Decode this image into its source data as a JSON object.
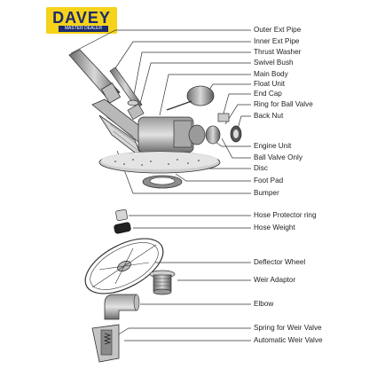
{
  "logo": {
    "brand": "DAVEY",
    "tagline": "MASTER DEALER"
  },
  "labels": [
    "Outer Ext Pipe",
    "Inner Ext Pipe",
    "Thrust Washer",
    "Swivel Bush",
    "Main Body",
    "Float Unit",
    "End Cap",
    "Ring for Ball Valve",
    "Back Nut",
    "Engine Unit",
    "Ball Valve Only",
    "Disc",
    "Foot Pad",
    "Bumper",
    "Hose Protector ring",
    "Hose Weight",
    "Deflector Wheel",
    "Weir Adaptor",
    "Elbow",
    "Spring for Weir Valve",
    "Automatic Weir Valve"
  ],
  "colors": {
    "logo_bg": "#f6d21a",
    "logo_text": "#1a2a6c",
    "line": "#333333"
  }
}
